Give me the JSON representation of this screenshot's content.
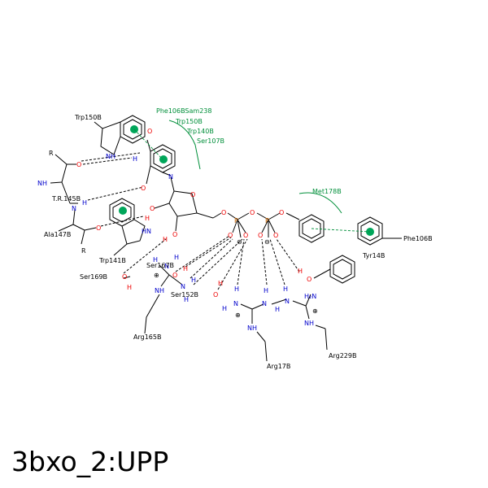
{
  "caption": "3bxo_2:UPP",
  "colors": {
    "bond": "#000000",
    "nitrogen": "#0000cc",
    "oxygen": "#ee0000",
    "phosphorus": "#cc6600",
    "interaction": "#008f3a"
  },
  "residues": {
    "trp150b_top": "Trp150B",
    "thr145b": "T.R.145B",
    "ala147b": "Ala147B",
    "trp141b": "Trp141B",
    "ser169b": "Ser169B",
    "ser167b": "Ser167B",
    "ser152b": "Ser152B",
    "arg165b": "Arg165B",
    "arg17b": "Arg17B",
    "arg229b": "Arg229B",
    "tyr14b": "Tyr14B",
    "phe106b_right": "Phe106B"
  },
  "interaction_labels": {
    "phe106b_sam238": "Phe106BSam238",
    "trp150b": "Trp150B",
    "trp140b": "Trp140B",
    "ser107b": "Ser107B",
    "met178b": "Met178B"
  }
}
